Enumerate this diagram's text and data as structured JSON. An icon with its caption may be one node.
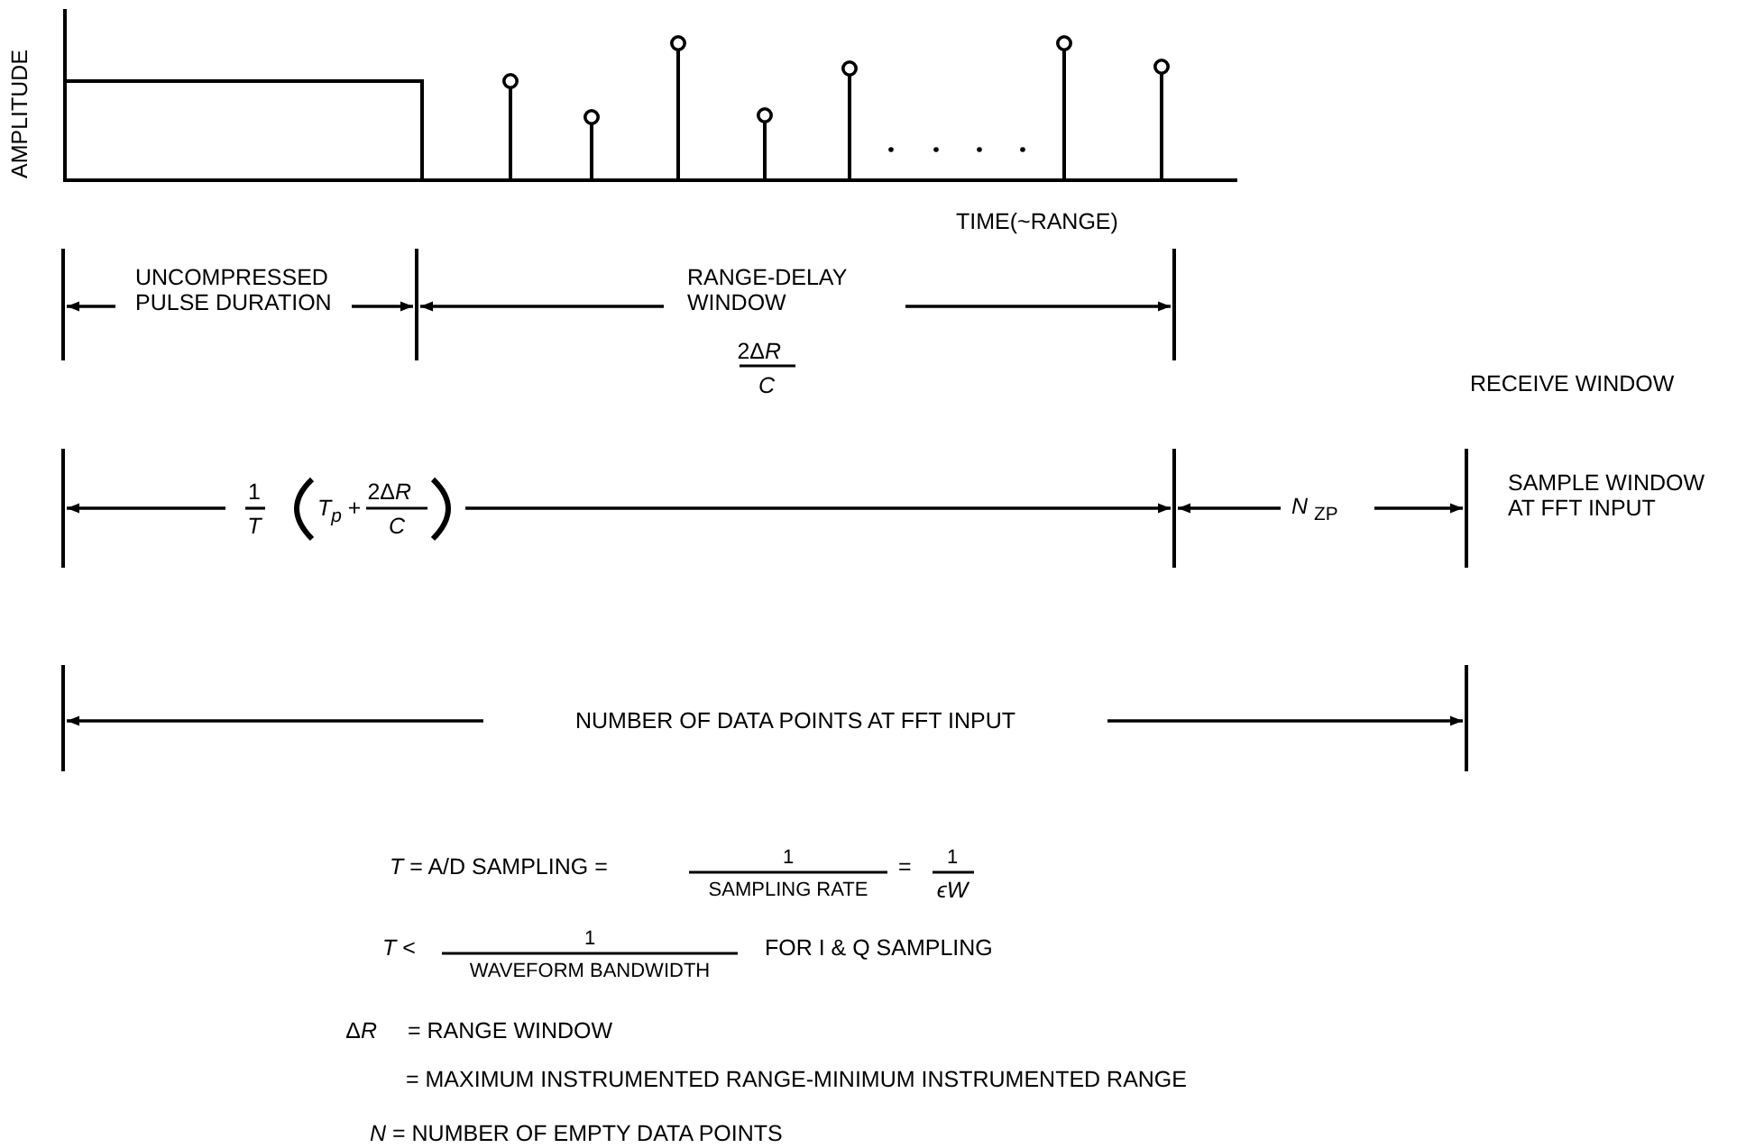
{
  "diagram": {
    "labels": [
      "AMPLITUDE",
      "TIME(~RANGE)",
      "UNCOMPRESSED PULSE DURATION",
      "RANGE-DELAY WINDOW",
      "2Δ",
      "R",
      "C",
      "RECEIVE WINDOW",
      "1",
      "T",
      "*T$_{p}$* +",
      "2Δ",
      "R",
      "C",
      "*N* $_{ZP}$",
      "SAMPLE WINDOW AT FFT INPUT",
      "NUMBER OF DATA POINTS AT FFT INPUT",
      "*T* = A/D SAMPLING =",
      "1",
      "SAMPLING RATE",
      "=",
      "1",
      "ϵW",
      "*T* <",
      "1",
      "WAVEFORM BANDWIDTH",
      "FOR I & Q SAMPLING",
      "Δ",
      "R",
      "= RANGE WINDOW",
      "= MAXIMUM INSTRUMENTED RANGE-MINIMUM INSTRUMENTED RANGE",
      "*N* = NUMBER OF EMPTY DATA POINTS"
    ]
  }
}
